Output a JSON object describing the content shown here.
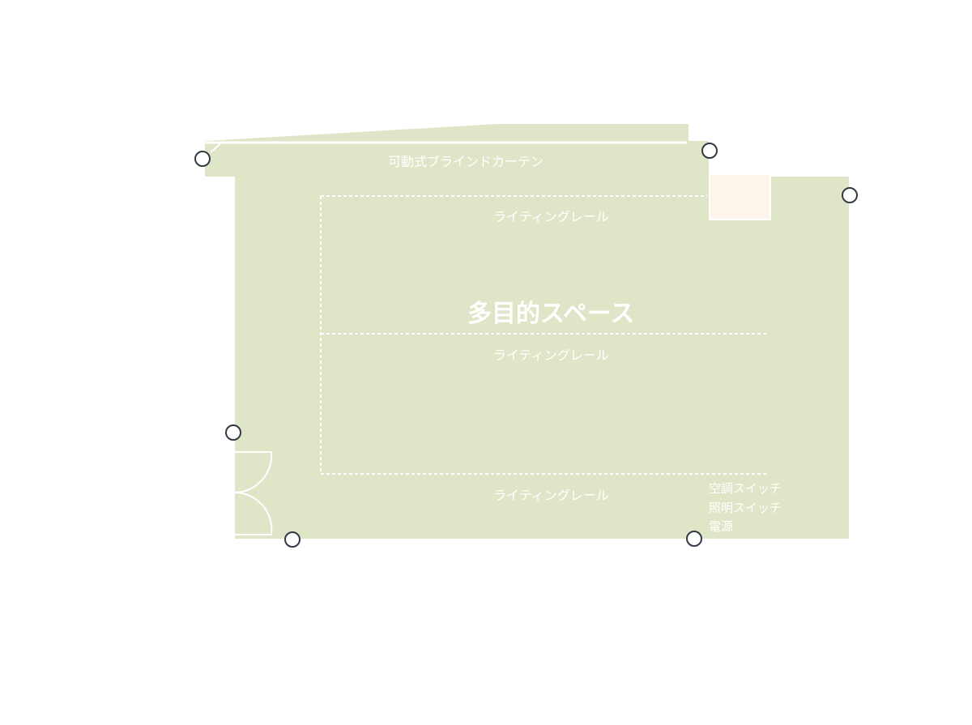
{
  "room": {
    "title": "多目的スペース",
    "curtain_label": "可動式ブラインドカーテン",
    "rails": [
      "ライティングレール",
      "ライティングレール",
      "ライティングレール"
    ],
    "amenities": [
      "空調スイッチ",
      "照明スイッチ",
      "電源"
    ]
  },
  "colors": {
    "floor": "#dfe5c7",
    "pillar": "#fdf4ea",
    "line": "#ffffff",
    "handle_stroke": "#333a44",
    "handle_fill": "#ffffff"
  },
  "handles": [
    "handle-1",
    "handle-2",
    "handle-3",
    "handle-4",
    "handle-5",
    "handle-6"
  ]
}
